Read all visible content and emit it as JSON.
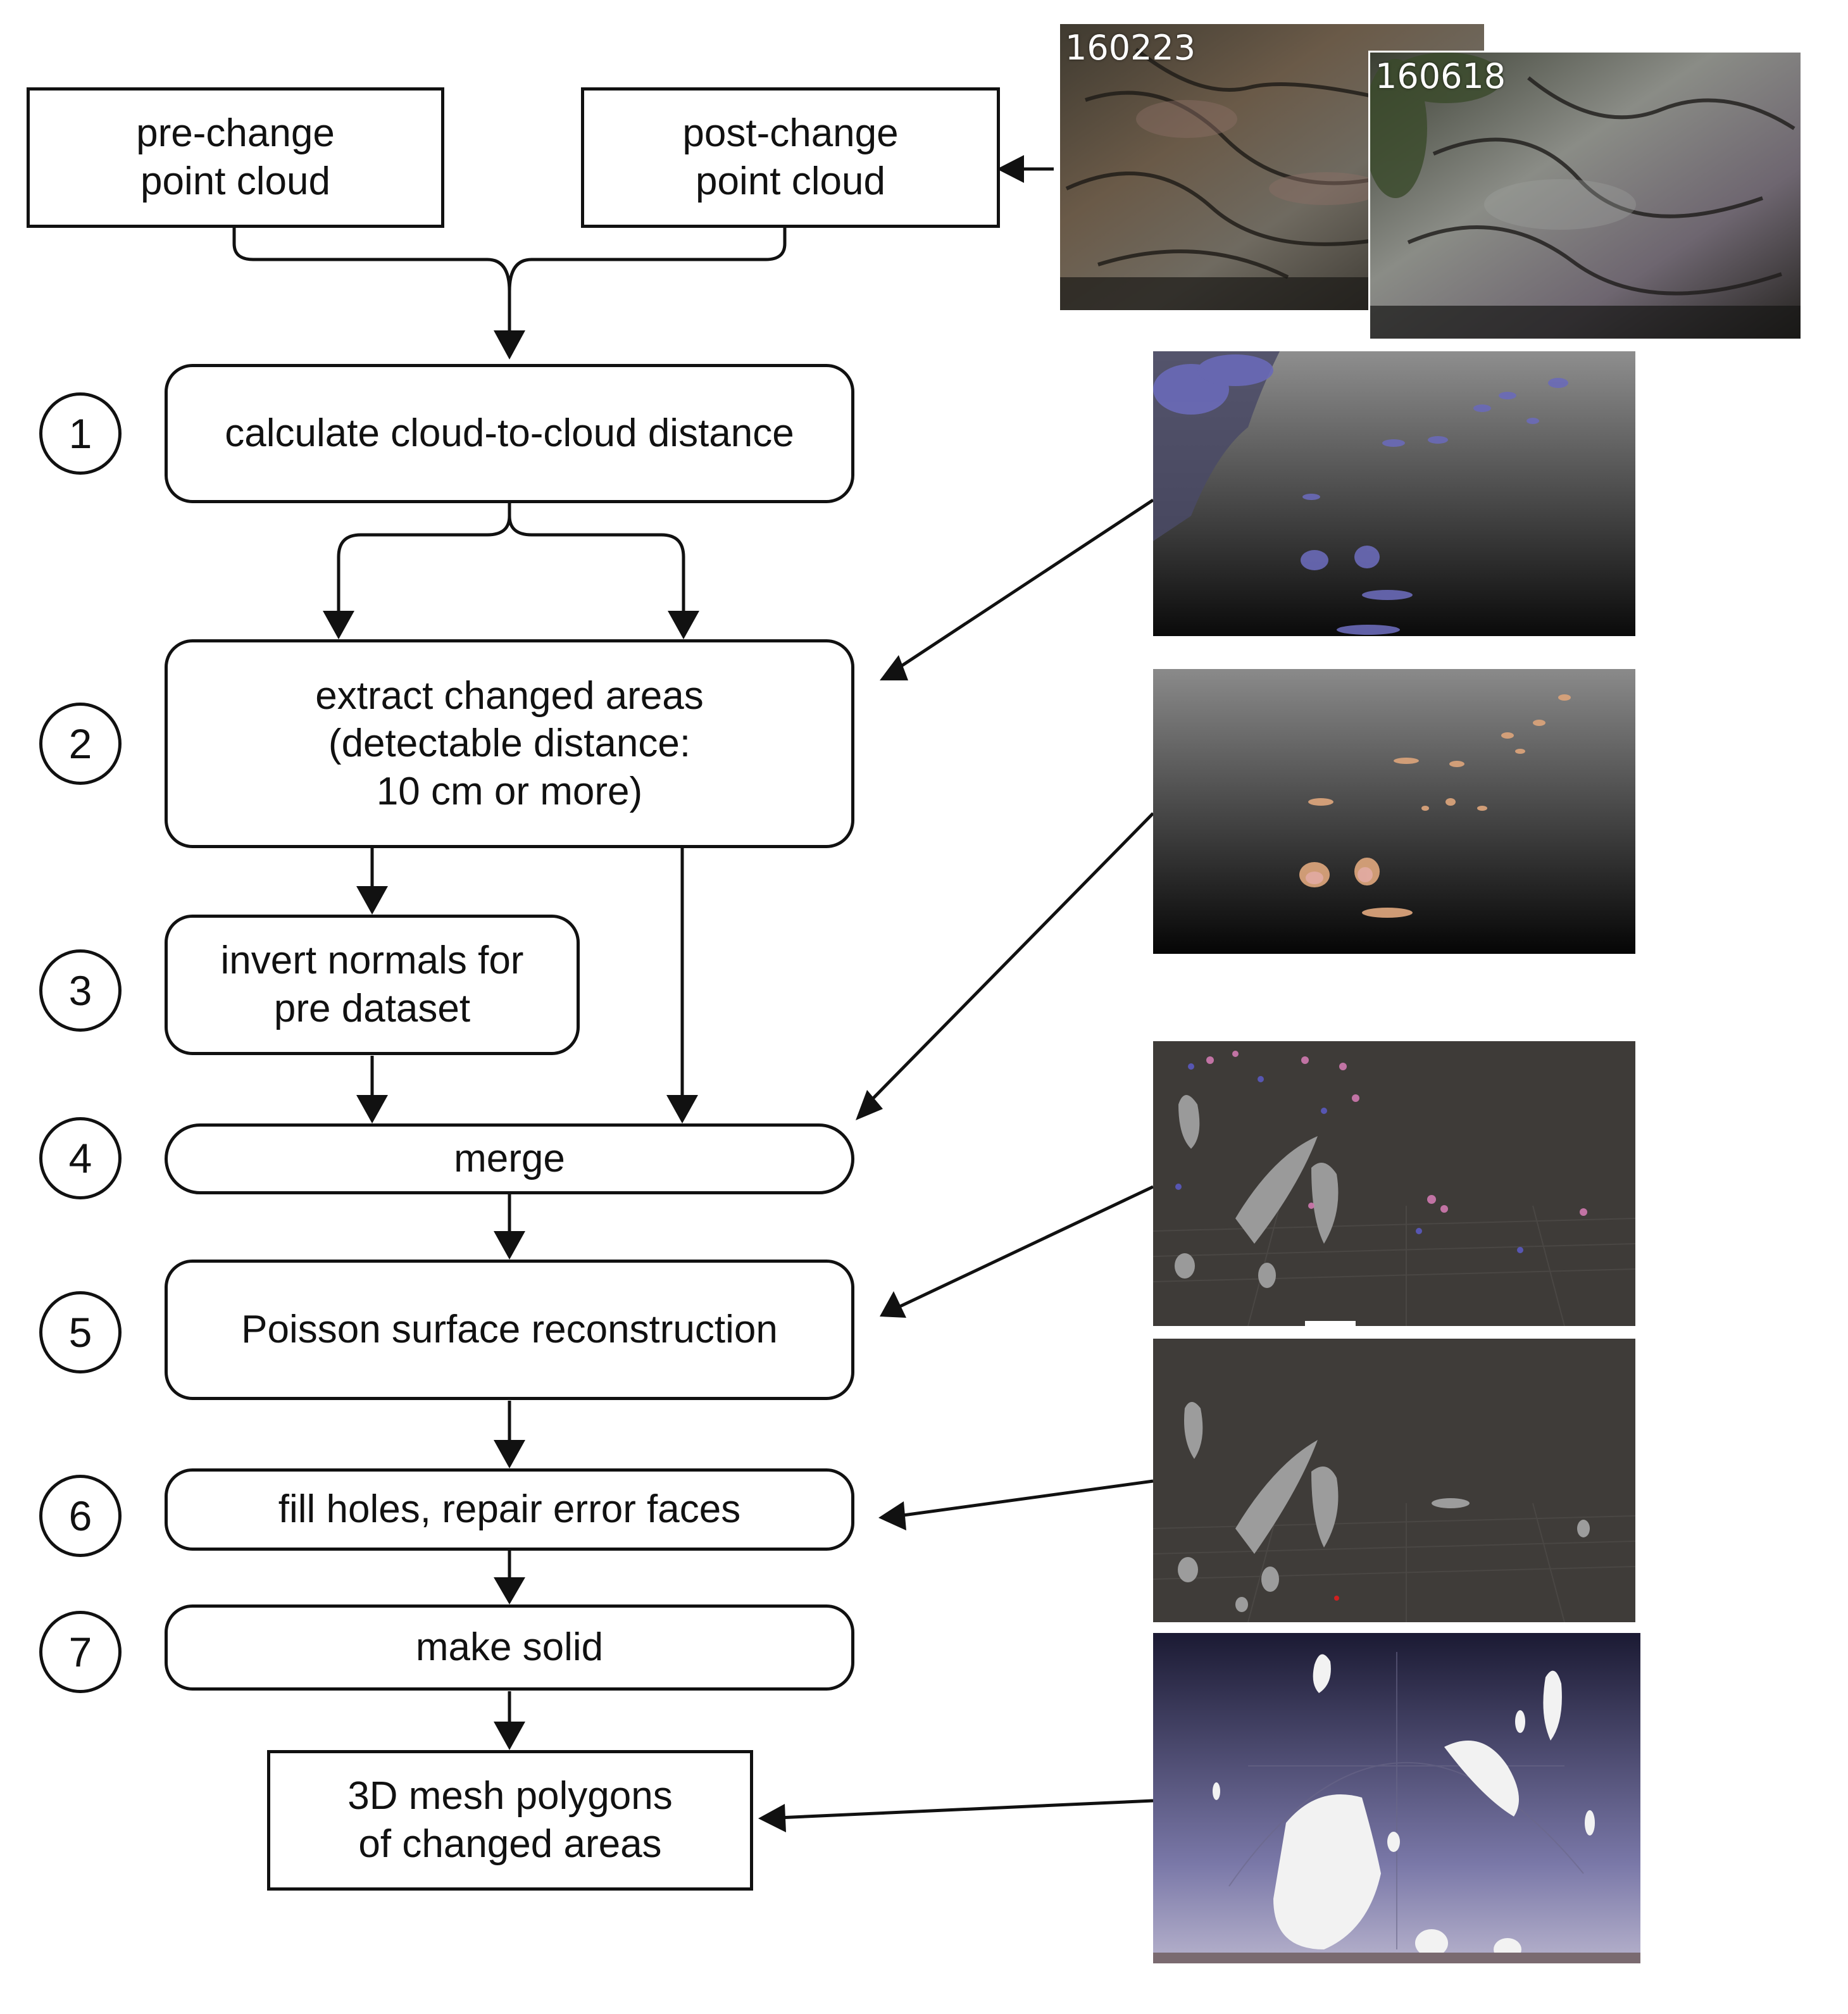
{
  "inputs": {
    "pre": [
      "pre-change",
      "point cloud"
    ],
    "post": [
      "post-change",
      "point cloud"
    ]
  },
  "steps": [
    {
      "number": "1",
      "lines": [
        "calculate cloud-to-cloud distance"
      ]
    },
    {
      "number": "2",
      "lines": [
        "extract changed areas",
        "(detectable distance:",
        "10 cm or more)"
      ]
    },
    {
      "number": "3",
      "lines": [
        "invert normals for",
        "pre dataset"
      ]
    },
    {
      "number": "4",
      "lines": [
        "merge"
      ]
    },
    {
      "number": "5",
      "lines": [
        "Poisson surface reconstruction"
      ]
    },
    {
      "number": "6",
      "lines": [
        "fill holes, repair error faces"
      ]
    },
    {
      "number": "7",
      "lines": [
        "make solid"
      ]
    }
  ],
  "output": [
    "3D mesh polygons",
    "of changed areas"
  ],
  "images": {
    "pre_date": "160223",
    "post_date": "160618",
    "descriptions": [
      "rock-face-photo",
      "cloud-distance-view",
      "changed-areas-view",
      "merged-points-view",
      "poisson-mesh-view",
      "repaired-mesh-view",
      "solid-mesh-view"
    ]
  }
}
